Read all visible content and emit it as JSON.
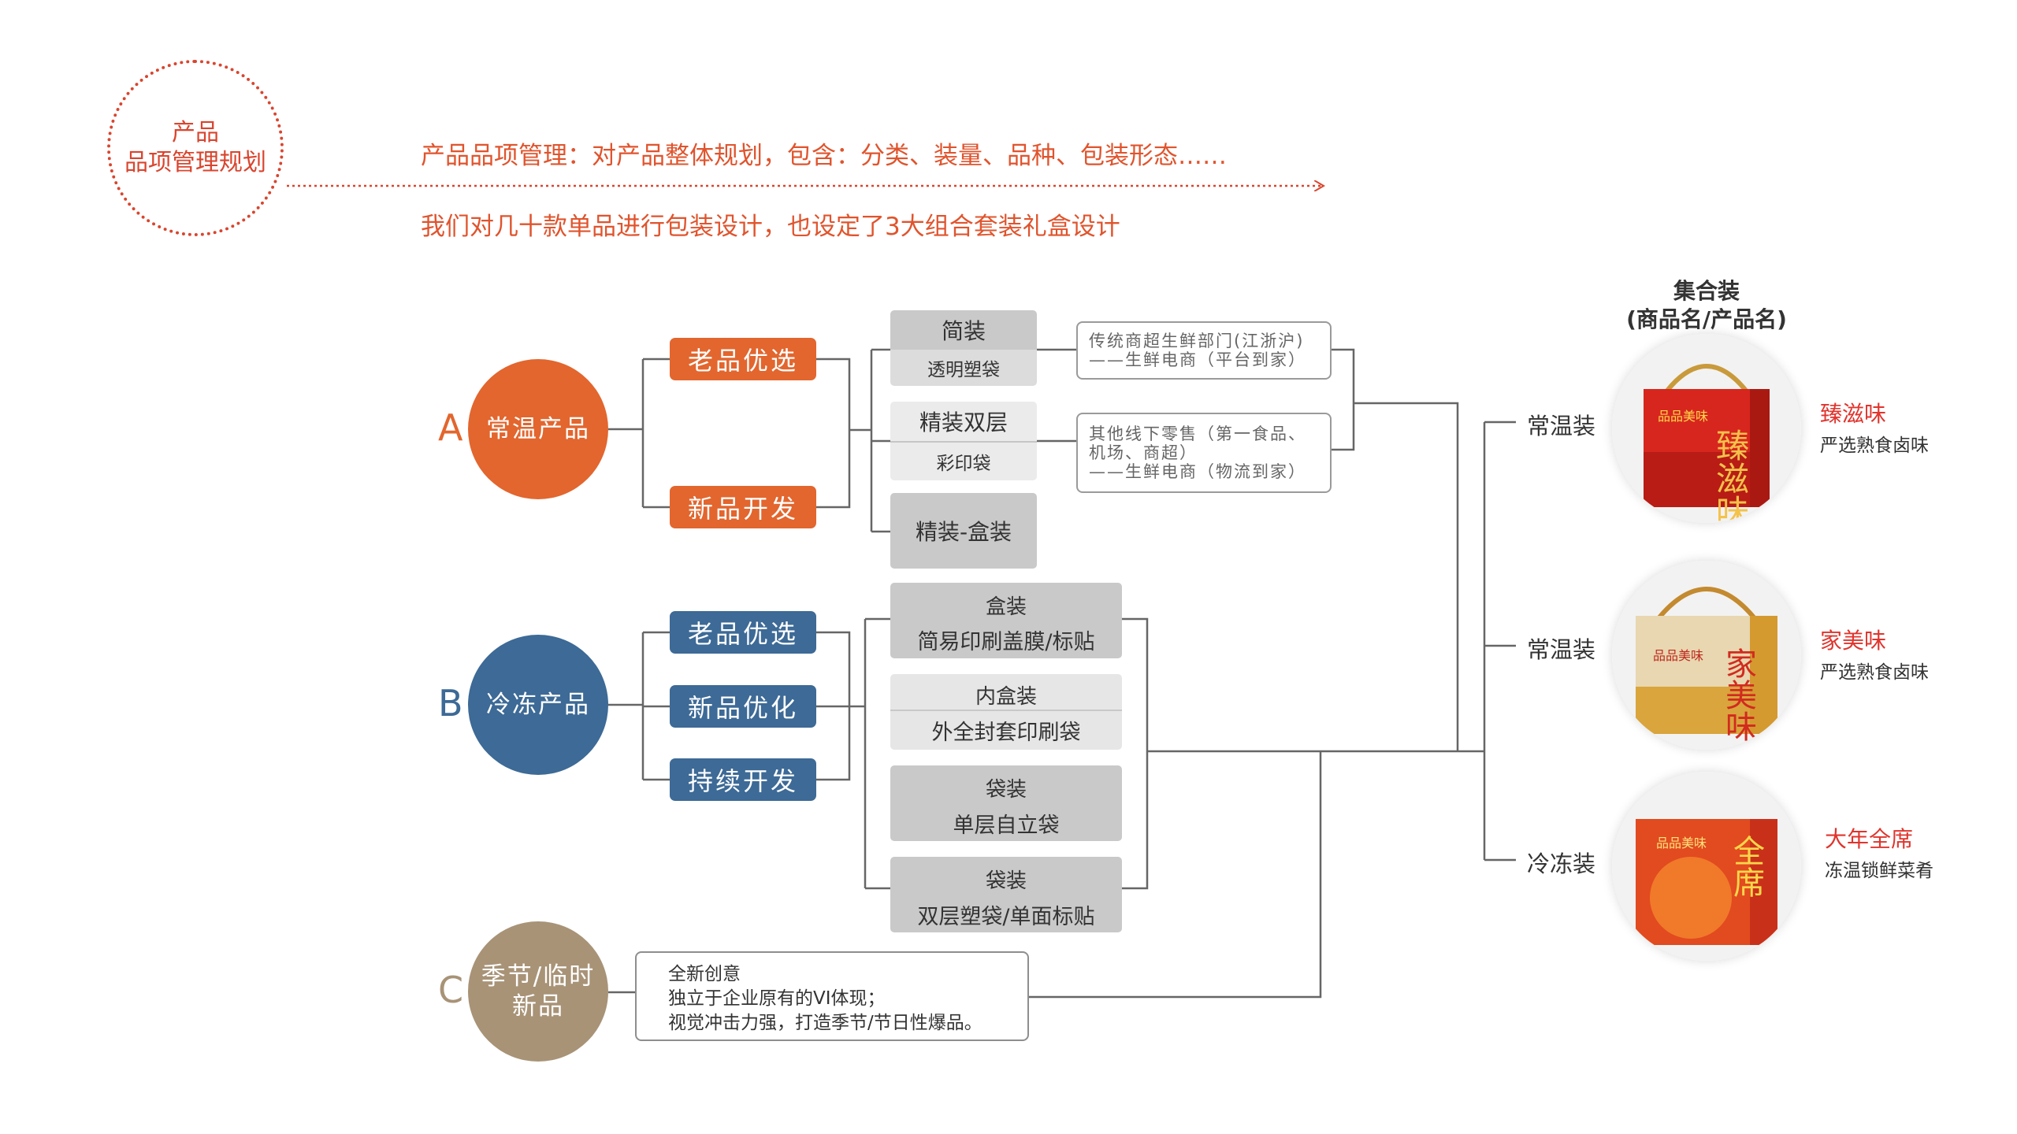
{
  "header": {
    "circle_line1": "产品",
    "circle_line2": "品项管理规划",
    "line1": "产品品项管理：对产品整体规划，包含：分类、装量、品种、包装形态……",
    "line2": "我们对几十款单品进行包装设计，也设定了3大组合套装礼盒设计"
  },
  "categories": {
    "a": {
      "letter": "A",
      "name": "常温产品",
      "color": "#e2662e"
    },
    "b": {
      "letter": "B",
      "name": "冷冻产品",
      "color": "#3d6a96"
    },
    "c": {
      "letter": "C",
      "name_line1": "季节/临时",
      "name_line2": "新品",
      "color": "#a89377"
    }
  },
  "a_pills": [
    "老品优选",
    "新品开发"
  ],
  "b_pills": [
    "老品优选",
    "新品优化",
    "持续开发"
  ],
  "a_packages": [
    {
      "top": "简装",
      "bottom": "透明塑袋"
    },
    {
      "top": "精装双层",
      "bottom": "彩印袋"
    },
    {
      "top": "精装-盒装"
    }
  ],
  "a_channels": [
    {
      "line1": "传统商超生鲜部门(江浙沪)",
      "line2": "——生鲜电商（平台到家）"
    },
    {
      "line1": "其他线下零售（第一食品、",
      "line2": "机场、商超）",
      "line3": "——生鲜电商（物流到家）"
    }
  ],
  "b_packages": [
    {
      "top": "盒装",
      "bottom": "简易印刷盖膜/标贴"
    },
    {
      "top": "内盒装",
      "bottom": "外全封套印刷袋"
    },
    {
      "top": "袋装",
      "bottom": "单层自立袋"
    },
    {
      "top": "袋装",
      "bottom": "双层塑袋/单面标贴"
    }
  ],
  "c_box": {
    "line1": "全新创意",
    "line2": "独立于企业原有的VI体现；",
    "line3": "视觉冲击力强，打造季节/节日性爆品。"
  },
  "sets": {
    "title_line1": "集合装",
    "title_line2": "(商品名/产品名)",
    "items": [
      {
        "type": "常温装",
        "name": "臻滋味",
        "desc": "严选熟食卤味",
        "box_text": "臻滋味",
        "brand": "品品美味"
      },
      {
        "type": "常温装",
        "name": "家美味",
        "desc": "严选熟食卤味",
        "box_text": "家美味",
        "brand": "品品美味"
      },
      {
        "type": "冷冻装",
        "name": "大年全席",
        "desc": "冻温锁鲜菜肴",
        "box_text": "全席",
        "brand": "品品美味"
      }
    ]
  },
  "colors": {
    "accent": "#e0542d",
    "orange": "#e2662e",
    "blue": "#3d6a96",
    "tan": "#a89377",
    "line": "#666666",
    "red_text": "#e0342d"
  }
}
